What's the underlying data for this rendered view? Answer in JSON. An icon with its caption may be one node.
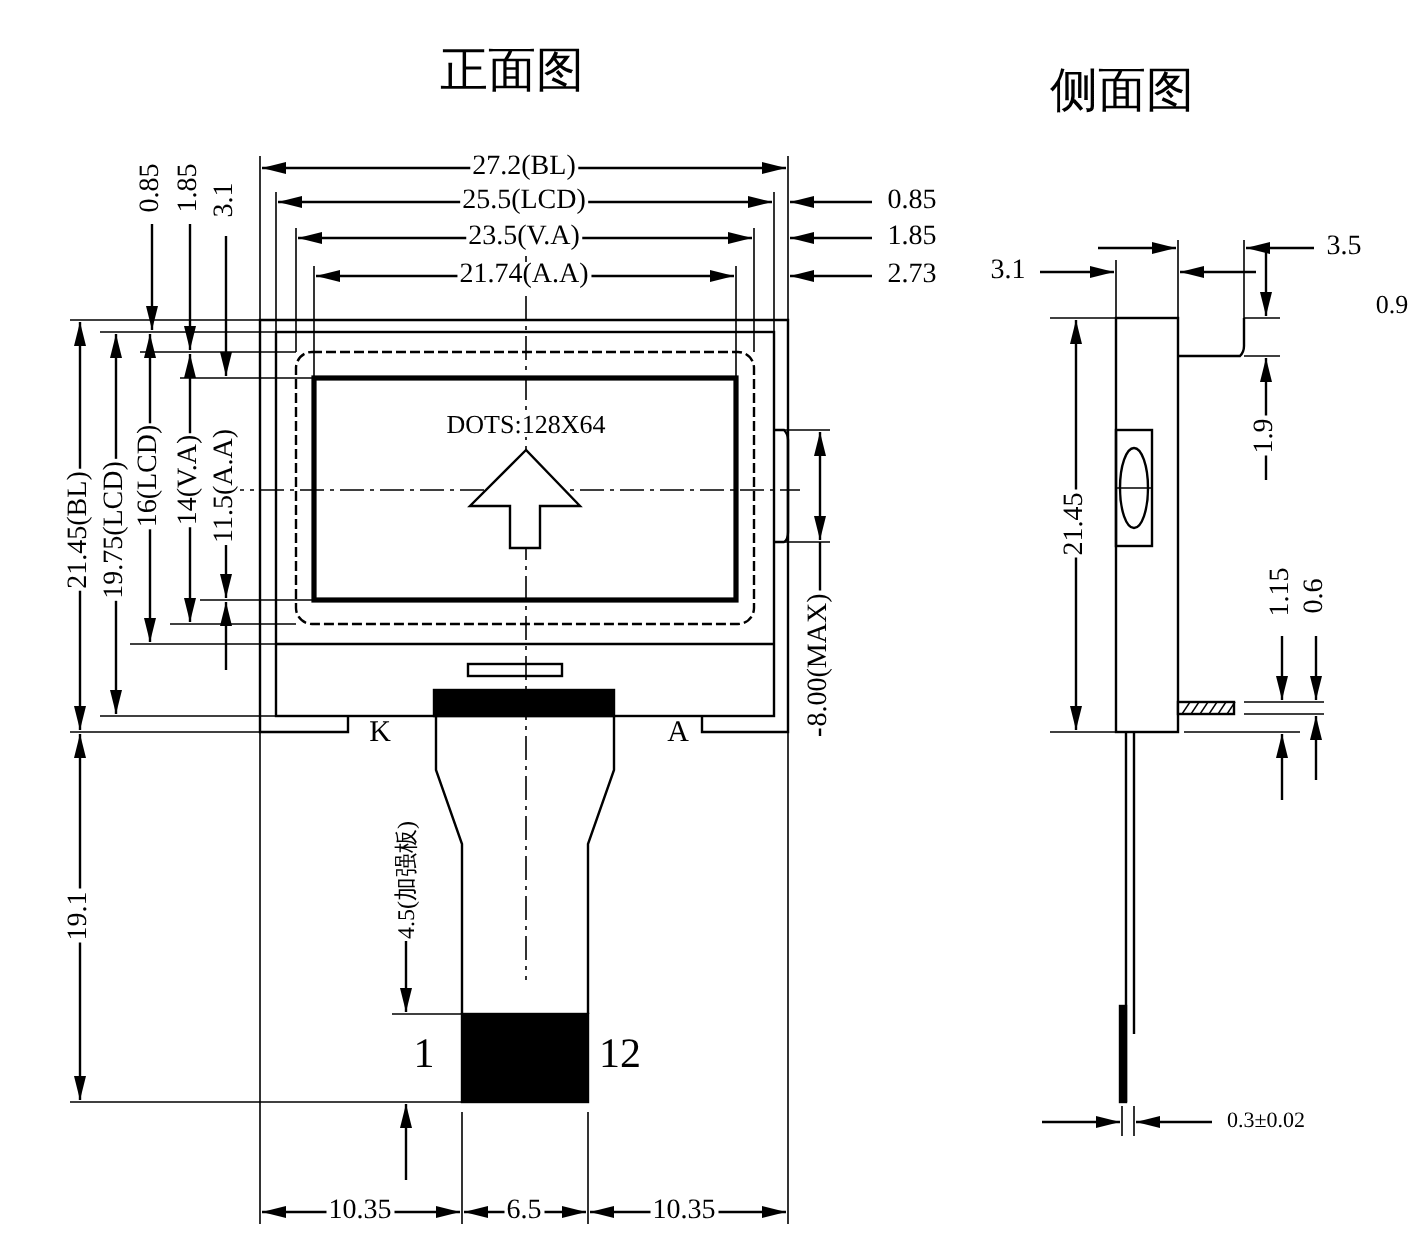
{
  "diagram": {
    "labels": [
      "正面图",
      "侧面图",
      "27.2(BL)",
      "25.5(LCD)",
      "0.85",
      "23.5(V.A)",
      "1.85",
      "21.74(A.A)",
      "2.73",
      "0.85",
      "1.85",
      "3.1",
      "3.5",
      "3.1",
      "0.9",
      "21.45(BL)",
      "19.75(LCD)",
      "16(LCD)",
      "14(V.A)",
      "11.5(A.A)",
      "DOTS:128X64",
      "1.9",
      "21.45",
      "8.00(MAX)",
      "1.15",
      "0.6",
      "K",
      "A",
      "4.5(加强板)",
      "19.1",
      "1",
      "12",
      "0.3±0.02",
      "10.35",
      "6.5",
      "10.35"
    ]
  }
}
